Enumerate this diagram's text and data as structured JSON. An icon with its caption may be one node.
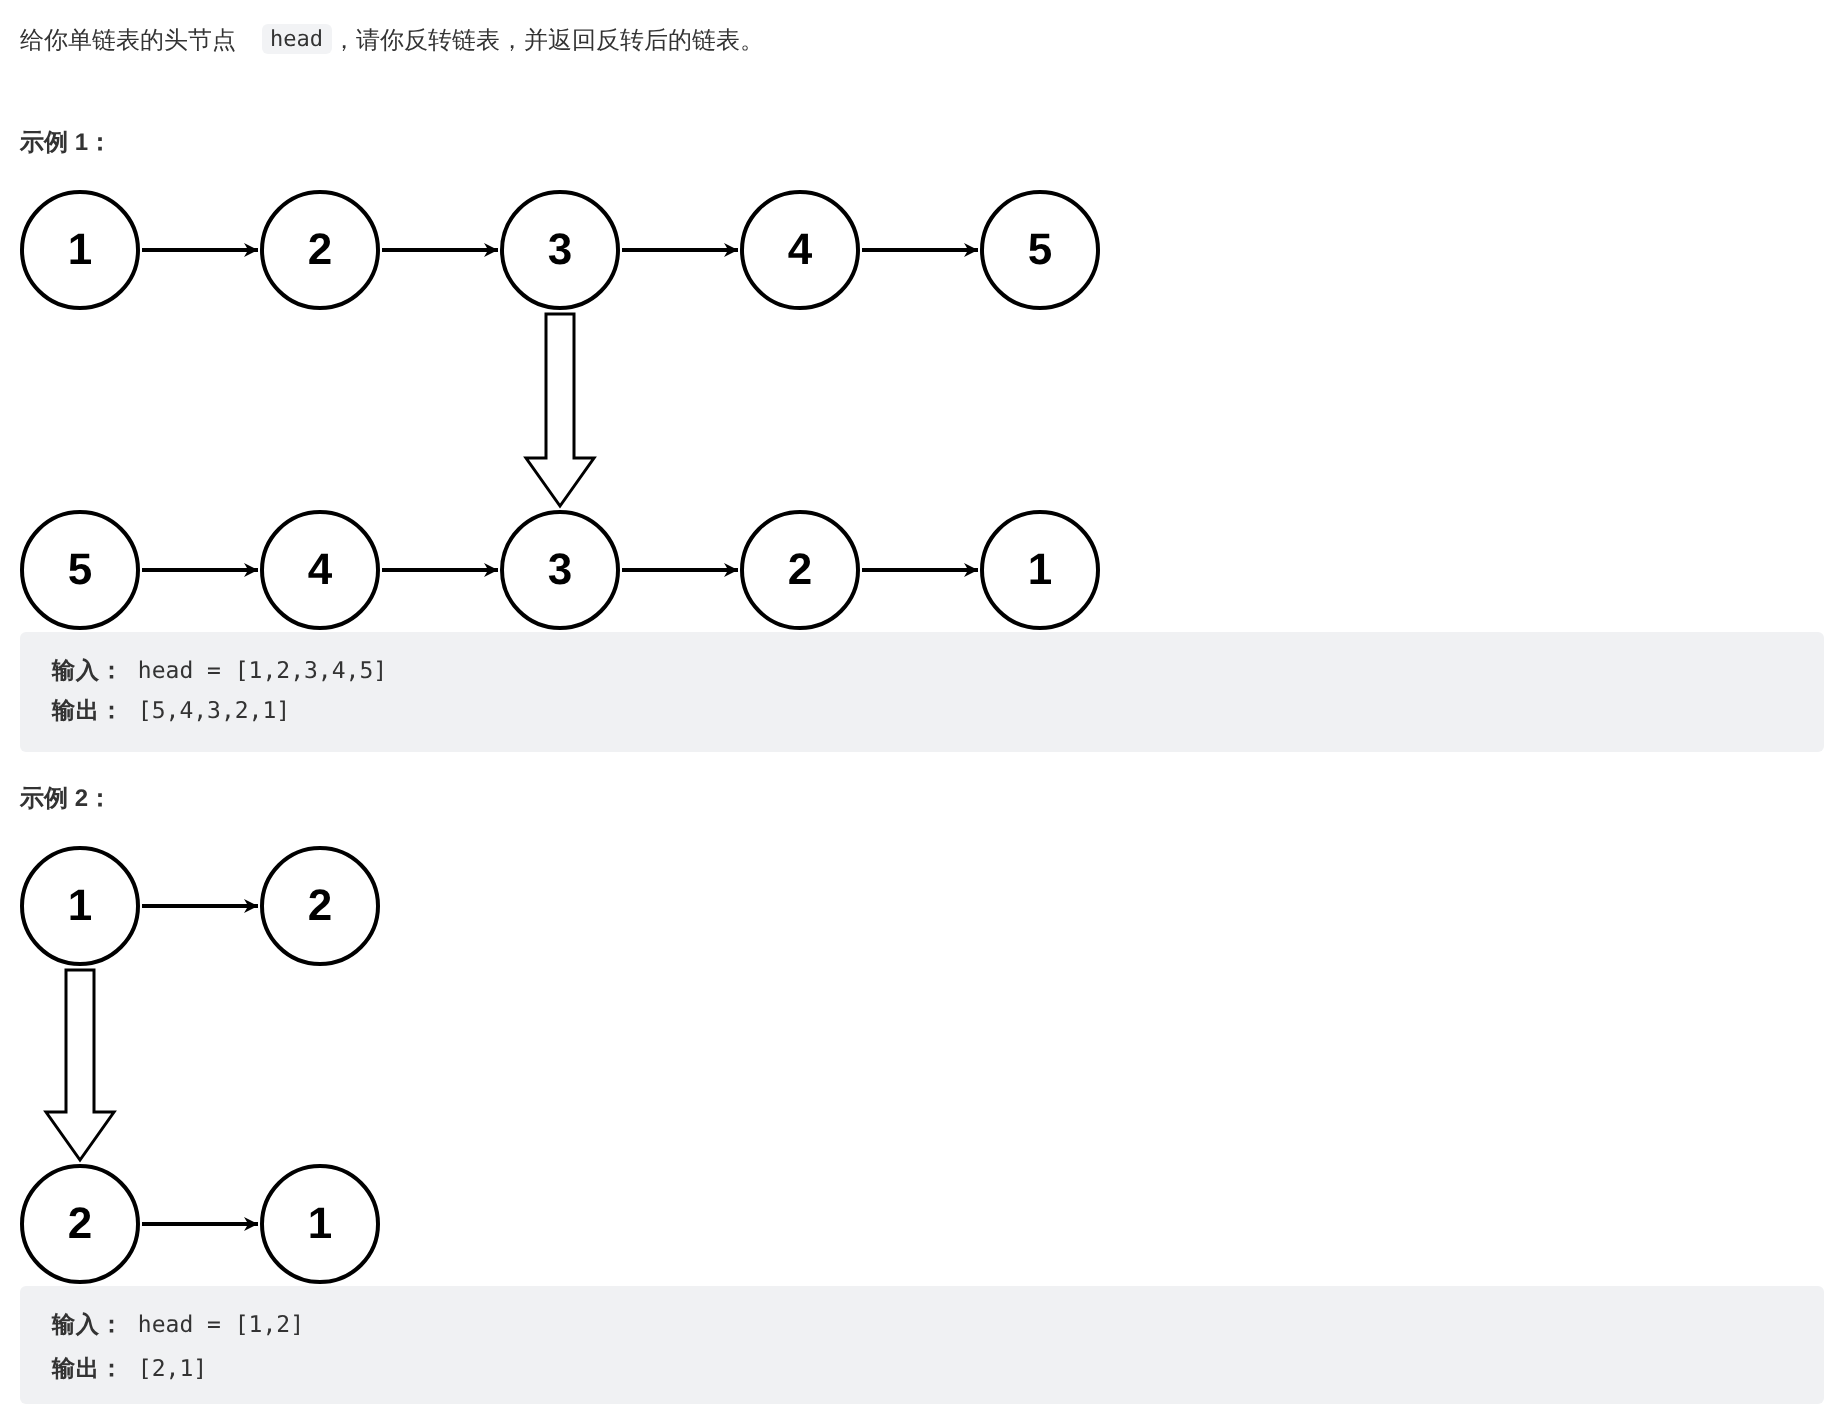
{
  "diagram": {
    "nodes": [
      {
        "text": [
          "1"
        ]
      },
      {
        "text": [
          "2"
        ]
      },
      {
        "text": [
          "3"
        ]
      },
      {
        "text": [
          "4"
        ]
      },
      {
        "text": [
          "5"
        ]
      },
      {
        "text": [
          "5"
        ]
      },
      {
        "text": [
          "4"
        ]
      },
      {
        "text": [
          "3"
        ]
      },
      {
        "text": [
          "2"
        ]
      },
      {
        "text": [
          "1"
        ]
      },
      {
        "text": [
          "1"
        ]
      },
      {
        "text": [
          "2"
        ]
      },
      {
        "text": [
          "2"
        ]
      },
      {
        "text": [
          "1"
        ]
      }
    ],
    "edges": [
      {
        "from": 0,
        "to": 1,
        "arrow": "to"
      },
      {
        "from": 1,
        "to": 2,
        "arrow": "to"
      },
      {
        "from": 2,
        "to": 3,
        "arrow": "to"
      },
      {
        "from": 3,
        "to": 4,
        "arrow": "to"
      },
      {
        "from": 2,
        "to": 7,
        "arrow": "to",
        "style": "thick"
      },
      {
        "from": 5,
        "to": 6,
        "arrow": "to"
      },
      {
        "from": 6,
        "to": 7,
        "arrow": "to"
      },
      {
        "from": 7,
        "to": 8,
        "arrow": "to"
      },
      {
        "from": 8,
        "to": 9,
        "arrow": "to"
      },
      {
        "from": 10,
        "to": 11,
        "arrow": "to"
      },
      {
        "from": 10,
        "to": 12,
        "arrow": "to",
        "style": "thick"
      },
      {
        "from": 12,
        "to": 13,
        "arrow": "to"
      }
    ],
    "labels": [
      "给你单链表的头节点",
      "head",
      "，请你反转链表，并返回反转后的链表。",
      "示例 1：",
      "**输入：** head = [1,2,3,4,5]",
      "**输出：** [5,4,3,2,1]",
      "示例 2：",
      "**输入：** head = [1,2]",
      "**输出：** [2,1]"
    ]
  }
}
